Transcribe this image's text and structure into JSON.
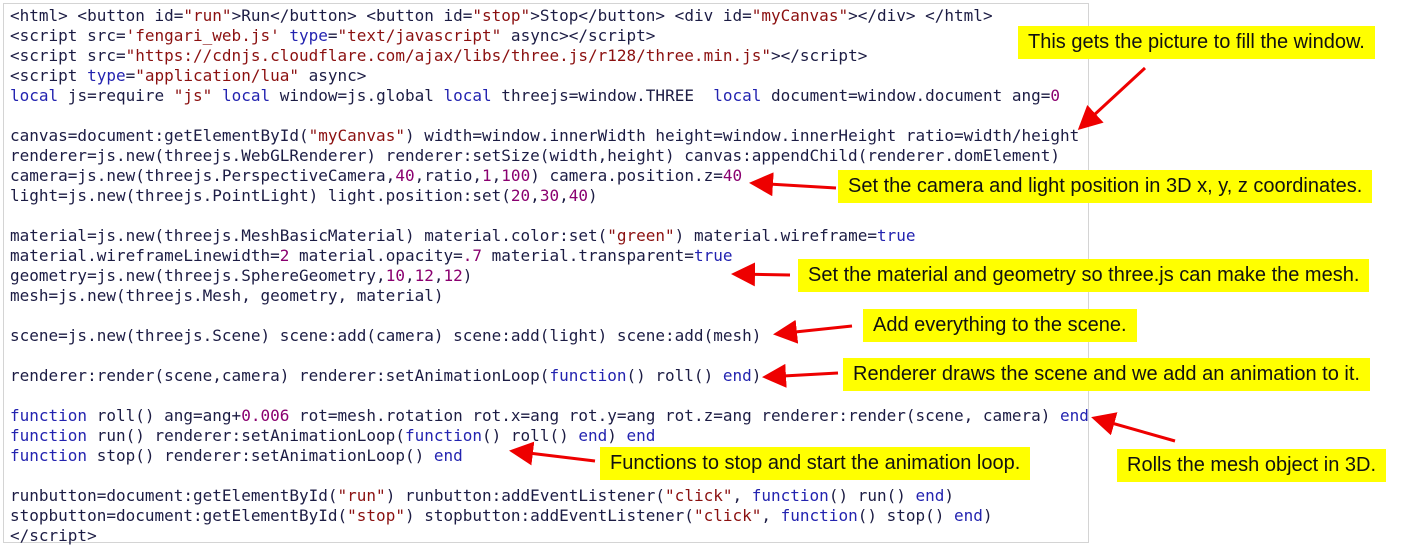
{
  "colors": {
    "keyword": "#2323b0",
    "string": "#8b1010",
    "number": "#8a0070",
    "note_bg": "#ffff00",
    "arrow": "#ee0000"
  },
  "code_lines": [
    [
      [
        "t",
        "<html> <button id="
      ],
      [
        "s",
        "\"run\""
      ],
      [
        "t",
        ">Run</button> <button id="
      ],
      [
        "s",
        "\"stop\""
      ],
      [
        "t",
        ">Stop</button> <div id="
      ],
      [
        "s",
        "\"myCanvas\""
      ],
      [
        "t",
        "></div> </html>"
      ]
    ],
    [
      [
        "t",
        "<script src="
      ],
      [
        "s",
        "'fengari_web.js'"
      ],
      [
        "t",
        " "
      ],
      [
        "k",
        "type"
      ],
      [
        "t",
        "="
      ],
      [
        "s",
        "\"text/javascript\""
      ],
      [
        "t",
        " async></script>"
      ]
    ],
    [
      [
        "t",
        "<script src="
      ],
      [
        "s",
        "\"https://cdnjs.cloudflare.com/ajax/libs/three.js/r128/three.min.js\""
      ],
      [
        "t",
        "></script>"
      ]
    ],
    [
      [
        "t",
        "<script "
      ],
      [
        "k",
        "type"
      ],
      [
        "t",
        "="
      ],
      [
        "s",
        "\"application/lua\""
      ],
      [
        "t",
        " async>"
      ]
    ],
    [
      [
        "k",
        "local"
      ],
      [
        "t",
        " js=require "
      ],
      [
        "s",
        "\"js\""
      ],
      [
        "t",
        " "
      ],
      [
        "k",
        "local"
      ],
      [
        "t",
        " window=js.global "
      ],
      [
        "k",
        "local"
      ],
      [
        "t",
        " threejs=window.THREE  "
      ],
      [
        "k",
        "local"
      ],
      [
        "t",
        " document=window.document ang="
      ],
      [
        "n",
        "0"
      ]
    ],
    [],
    [
      [
        "t",
        "canvas=document:getElementById("
      ],
      [
        "s",
        "\"myCanvas\""
      ],
      [
        "t",
        ") width=window.innerWidth height=window.innerHeight ratio=width/height"
      ]
    ],
    [
      [
        "t",
        "renderer=js.new(threejs.WebGLRenderer) renderer:setSize(width,height) canvas:appendChild(renderer.domElement)"
      ]
    ],
    [
      [
        "t",
        "camera=js.new(threejs.PerspectiveCamera,"
      ],
      [
        "n",
        "40"
      ],
      [
        "t",
        ",ratio,"
      ],
      [
        "n",
        "1"
      ],
      [
        "t",
        ","
      ],
      [
        "n",
        "100"
      ],
      [
        "t",
        ") camera.position.z="
      ],
      [
        "n",
        "40"
      ]
    ],
    [
      [
        "t",
        "light=js.new(threejs.PointLight) light.position:set("
      ],
      [
        "n",
        "20"
      ],
      [
        "t",
        ","
      ],
      [
        "n",
        "30"
      ],
      [
        "t",
        ","
      ],
      [
        "n",
        "40"
      ],
      [
        "t",
        ")"
      ]
    ],
    [],
    [
      [
        "t",
        "material=js.new(threejs.MeshBasicMaterial) material.color:set("
      ],
      [
        "s",
        "\"green\""
      ],
      [
        "t",
        ") material.wireframe="
      ],
      [
        "k",
        "true"
      ]
    ],
    [
      [
        "t",
        "material.wireframeLinewidth="
      ],
      [
        "n",
        "2"
      ],
      [
        "t",
        " material.opacity="
      ],
      [
        "n",
        ".7"
      ],
      [
        "t",
        " material.transparent="
      ],
      [
        "k",
        "true"
      ]
    ],
    [
      [
        "t",
        "geometry=js.new(threejs.SphereGeometry,"
      ],
      [
        "n",
        "10"
      ],
      [
        "t",
        ","
      ],
      [
        "n",
        "12"
      ],
      [
        "t",
        ","
      ],
      [
        "n",
        "12"
      ],
      [
        "t",
        ")"
      ]
    ],
    [
      [
        "t",
        "mesh=js.new(threejs.Mesh, geometry, material)"
      ]
    ],
    [],
    [
      [
        "t",
        "scene=js.new(threejs.Scene) scene:add(camera) scene:add(light) scene:add(mesh)"
      ]
    ],
    [],
    [
      [
        "t",
        "renderer:render(scene,camera) renderer:setAnimationLoop("
      ],
      [
        "k",
        "function"
      ],
      [
        "t",
        "() roll() "
      ],
      [
        "k",
        "end"
      ],
      [
        "t",
        ")"
      ]
    ],
    [],
    [
      [
        "k",
        "function"
      ],
      [
        "t",
        " roll() ang=ang+"
      ],
      [
        "n",
        "0.006"
      ],
      [
        "t",
        " rot=mesh.rotation rot.x=ang rot.y=ang rot.z=ang renderer:render(scene, camera) "
      ],
      [
        "k",
        "end"
      ]
    ],
    [
      [
        "k",
        "function"
      ],
      [
        "t",
        " run() renderer:setAnimationLoop("
      ],
      [
        "k",
        "function"
      ],
      [
        "t",
        "() roll() "
      ],
      [
        "k",
        "end"
      ],
      [
        "t",
        ") "
      ],
      [
        "k",
        "end"
      ]
    ],
    [
      [
        "k",
        "function"
      ],
      [
        "t",
        " stop() renderer:setAnimationLoop() "
      ],
      [
        "k",
        "end"
      ]
    ],
    [],
    [
      [
        "t",
        "runbutton=document:getElementById("
      ],
      [
        "s",
        "\"run\""
      ],
      [
        "t",
        ") runbutton:addEventListener("
      ],
      [
        "s",
        "\"click\""
      ],
      [
        "t",
        ", "
      ],
      [
        "k",
        "function"
      ],
      [
        "t",
        "() run() "
      ],
      [
        "k",
        "end"
      ],
      [
        "t",
        ")"
      ]
    ],
    [
      [
        "t",
        "stopbutton=document:getElementById("
      ],
      [
        "s",
        "\"stop\""
      ],
      [
        "t",
        ") stopbutton:addEventListener("
      ],
      [
        "s",
        "\"click\""
      ],
      [
        "t",
        ", "
      ],
      [
        "k",
        "function"
      ],
      [
        "t",
        "() stop() "
      ],
      [
        "k",
        "end"
      ],
      [
        "t",
        ")"
      ]
    ],
    [
      [
        "t",
        "</script>"
      ]
    ]
  ],
  "annotations": [
    "This gets the picture to fill the window.",
    "Set the camera and light position in 3D x, y, z coordinates.",
    "Set the material and geometry so three.js can make the mesh.",
    "Add everything to the scene.",
    "Renderer draws the scene and we add an animation to it.",
    "Functions to stop and start the animation loop.",
    "Rolls the mesh object in 3D."
  ]
}
